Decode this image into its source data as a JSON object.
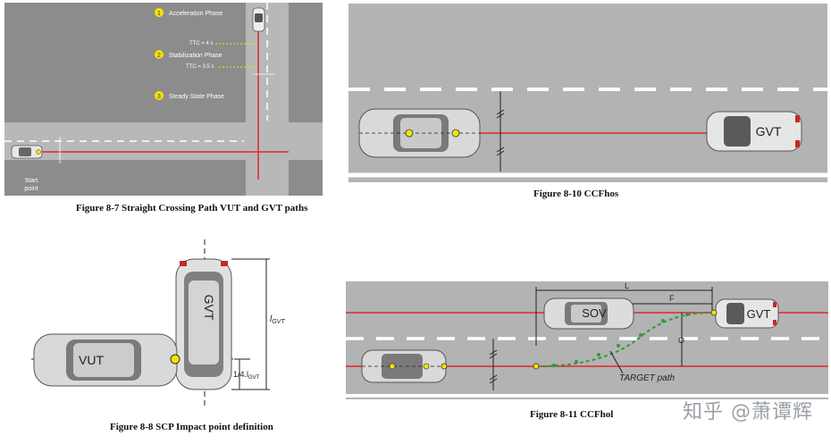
{
  "fig87": {
    "phases": [
      {
        "num": "1",
        "label": "Acceleration Phase"
      },
      {
        "num": "2",
        "label": "Stabilization Phase"
      },
      {
        "num": "3",
        "label": "Steady State Phase"
      }
    ],
    "ttc1": "TTC = 4 s",
    "ttc2": "TTC = 3.5 s",
    "start_point": [
      "Start",
      "point"
    ],
    "caption": "Figure 8-7 Straight Crossing Path VUT and GVT paths"
  },
  "fig810": {
    "gvt_label": "GVT",
    "caption": "Figure 8-10 CCFhos"
  },
  "fig88": {
    "vut_label": "VUT",
    "gvt_label": "GVT",
    "dim_gvt": "l",
    "dim_gvt_sub": "GVT",
    "dim_quarter": "1/4.l",
    "dim_quarter_sub": "GVT",
    "caption": "Figure 8-8 SCP Impact point definition"
  },
  "fig811": {
    "sov_label": "SOV",
    "gvt_label": "GVT",
    "dim_L": "L",
    "dim_F": "F",
    "dim_O": "O",
    "target_path": "TARGET path",
    "caption": "Figure 8-11 CCFhol"
  },
  "watermark": "知乎 @萧谭辉",
  "colors": {
    "road": "#b3b3b3",
    "road_dark": "#8a8a8a",
    "path_red": "#e0282a",
    "target_green": "#2e9a3a",
    "marker_yellow": "#f5e400"
  }
}
